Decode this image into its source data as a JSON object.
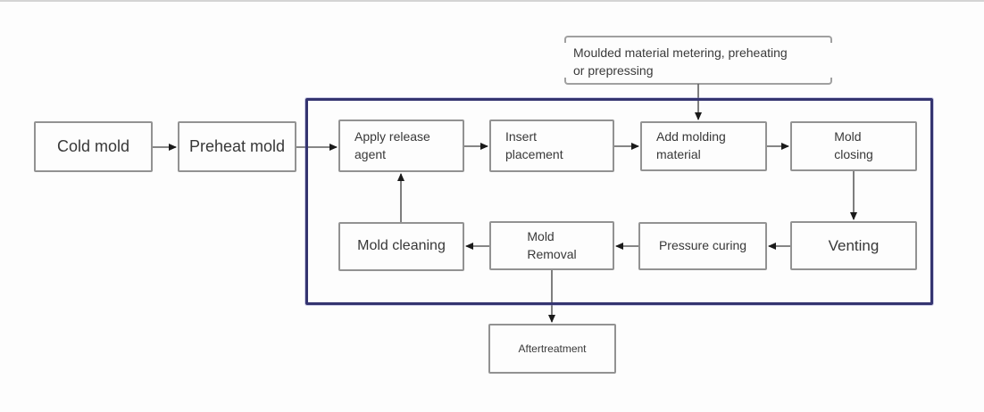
{
  "diagram": {
    "note": {
      "label": "Moulded material metering, preheating\nor prepressing"
    },
    "nodes": [
      {
        "id": "cold-mold",
        "label": "Cold mold"
      },
      {
        "id": "preheat-mold",
        "label": "Preheat mold"
      },
      {
        "id": "apply-release-agent",
        "label": "Apply release\nagent"
      },
      {
        "id": "insert-placement",
        "label": "Insert\nplacement"
      },
      {
        "id": "add-molding-material",
        "label": "Add molding\nmaterial"
      },
      {
        "id": "mold-closing",
        "label": "Mold\nclosing"
      },
      {
        "id": "venting",
        "label": "Venting"
      },
      {
        "id": "pressure-curing",
        "label": "Pressure curing"
      },
      {
        "id": "mold-removal",
        "label": "Mold\nRemoval"
      },
      {
        "id": "mold-cleaning",
        "label": "Mold cleaning"
      },
      {
        "id": "aftertreatment",
        "label": "Aftertreatment"
      }
    ],
    "edges": [
      {
        "from": "cold-mold",
        "to": "preheat-mold"
      },
      {
        "from": "preheat-mold",
        "to": "apply-release-agent"
      },
      {
        "from": "apply-release-agent",
        "to": "insert-placement"
      },
      {
        "from": "insert-placement",
        "to": "add-molding-material"
      },
      {
        "from": "add-molding-material",
        "to": "mold-closing"
      },
      {
        "from": "mold-closing",
        "to": "venting"
      },
      {
        "from": "venting",
        "to": "pressure-curing"
      },
      {
        "from": "pressure-curing",
        "to": "mold-removal"
      },
      {
        "from": "mold-removal",
        "to": "mold-cleaning"
      },
      {
        "from": "mold-cleaning",
        "to": "apply-release-agent"
      },
      {
        "from": "note-moulded-material",
        "to": "add-molding-material"
      },
      {
        "from": "mold-removal",
        "to": "aftertreatment"
      }
    ],
    "colors": {
      "frame_border": "#343470",
      "node_border": "#929292",
      "node_fill": "#fdfdfd",
      "arrow_line": "#5f5f5f",
      "arrow_head": "#1a1a1a",
      "bracket": "#a0a0a0",
      "text": "#3a3a3a"
    }
  }
}
